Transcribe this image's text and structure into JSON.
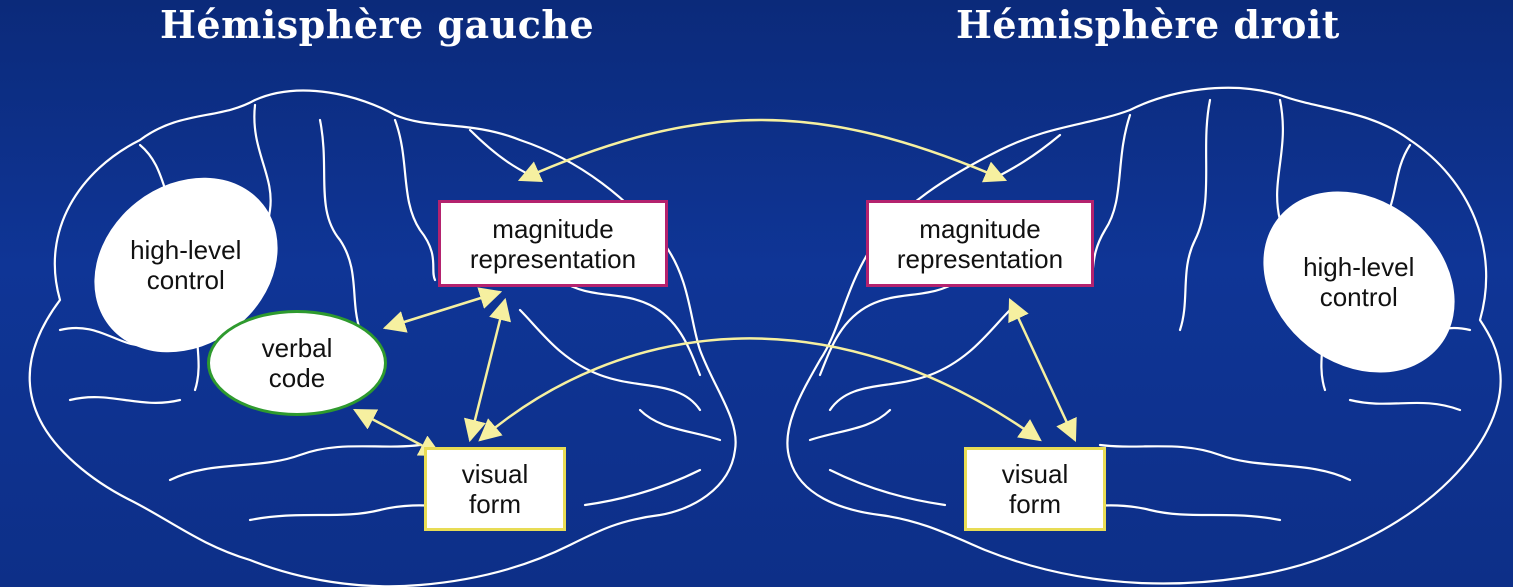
{
  "titles": {
    "left": "Hémisphère gauche",
    "right": "Hémisphère droit"
  },
  "left_hemisphere": {
    "high_level_control": [
      "high-level",
      "control"
    ],
    "verbal_code": [
      "verbal",
      "code"
    ],
    "magnitude_representation": [
      "magnitude",
      "representation"
    ],
    "visual_form": [
      "visual",
      "form"
    ]
  },
  "right_hemisphere": {
    "high_level_control": [
      "high-level",
      "control"
    ],
    "magnitude_representation": [
      "magnitude",
      "representation"
    ],
    "visual_form": [
      "visual",
      "form"
    ]
  },
  "colors": {
    "background": "#0f3596",
    "brain_outline": "#ffffff",
    "arrow": "#f6f0a0",
    "magnitude_border": "#b4226e",
    "visual_border": "#e8dc55",
    "verbal_border": "#2e9a2e"
  }
}
